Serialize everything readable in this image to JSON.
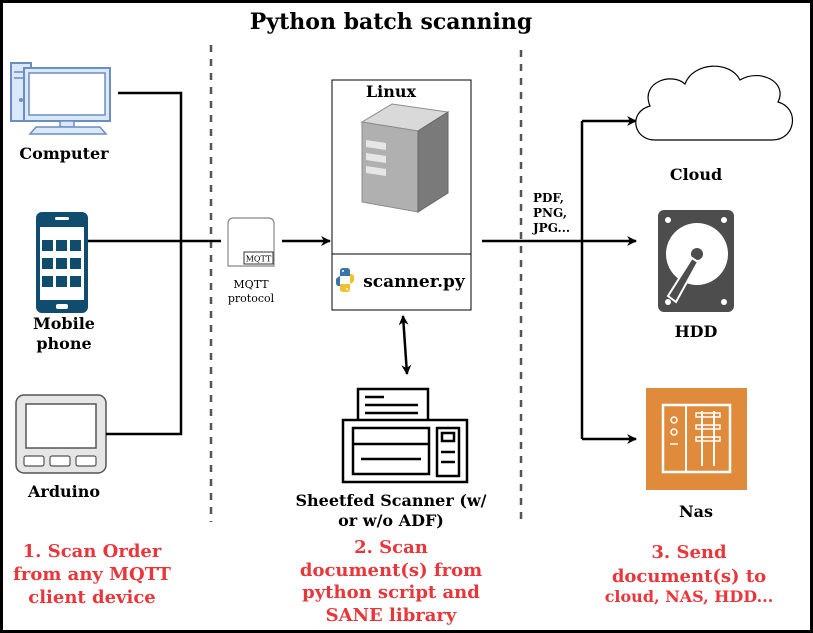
{
  "title": "Python batch scanning",
  "clients": {
    "computer": "Computer",
    "mobile_line1": "Mobile",
    "mobile_line2": "phone",
    "arduino": "Arduino"
  },
  "mqtt": {
    "badge": "MQTT",
    "label_line1": "MQTT",
    "label_line2": "protocol"
  },
  "server": {
    "os": "Linux",
    "script": "scanner.py"
  },
  "scanner": {
    "line1": "Sheetfed Scanner (w/",
    "line2": "or w/o ADF)"
  },
  "formats": [
    "PDF,",
    "PNG,",
    "JPG..."
  ],
  "destinations": {
    "cloud": "Cloud",
    "hdd": "HDD",
    "nas": "Nas"
  },
  "steps": {
    "step1": [
      "1. Scan Order",
      "from any MQTT",
      "client device"
    ],
    "step2": [
      "2. Scan",
      "document(s) from",
      "python script and",
      "SANE library"
    ],
    "step3": [
      "3. Send",
      "document(s) to",
      "cloud, NAS, HDD..."
    ]
  },
  "colors": {
    "accent_red": "#e8363a",
    "phone_blue": "#0f4c6e",
    "nas_orange": "#e08a3c",
    "hdd_gray": "#4d4d4d",
    "computer_blue": "#6c8ebf"
  }
}
